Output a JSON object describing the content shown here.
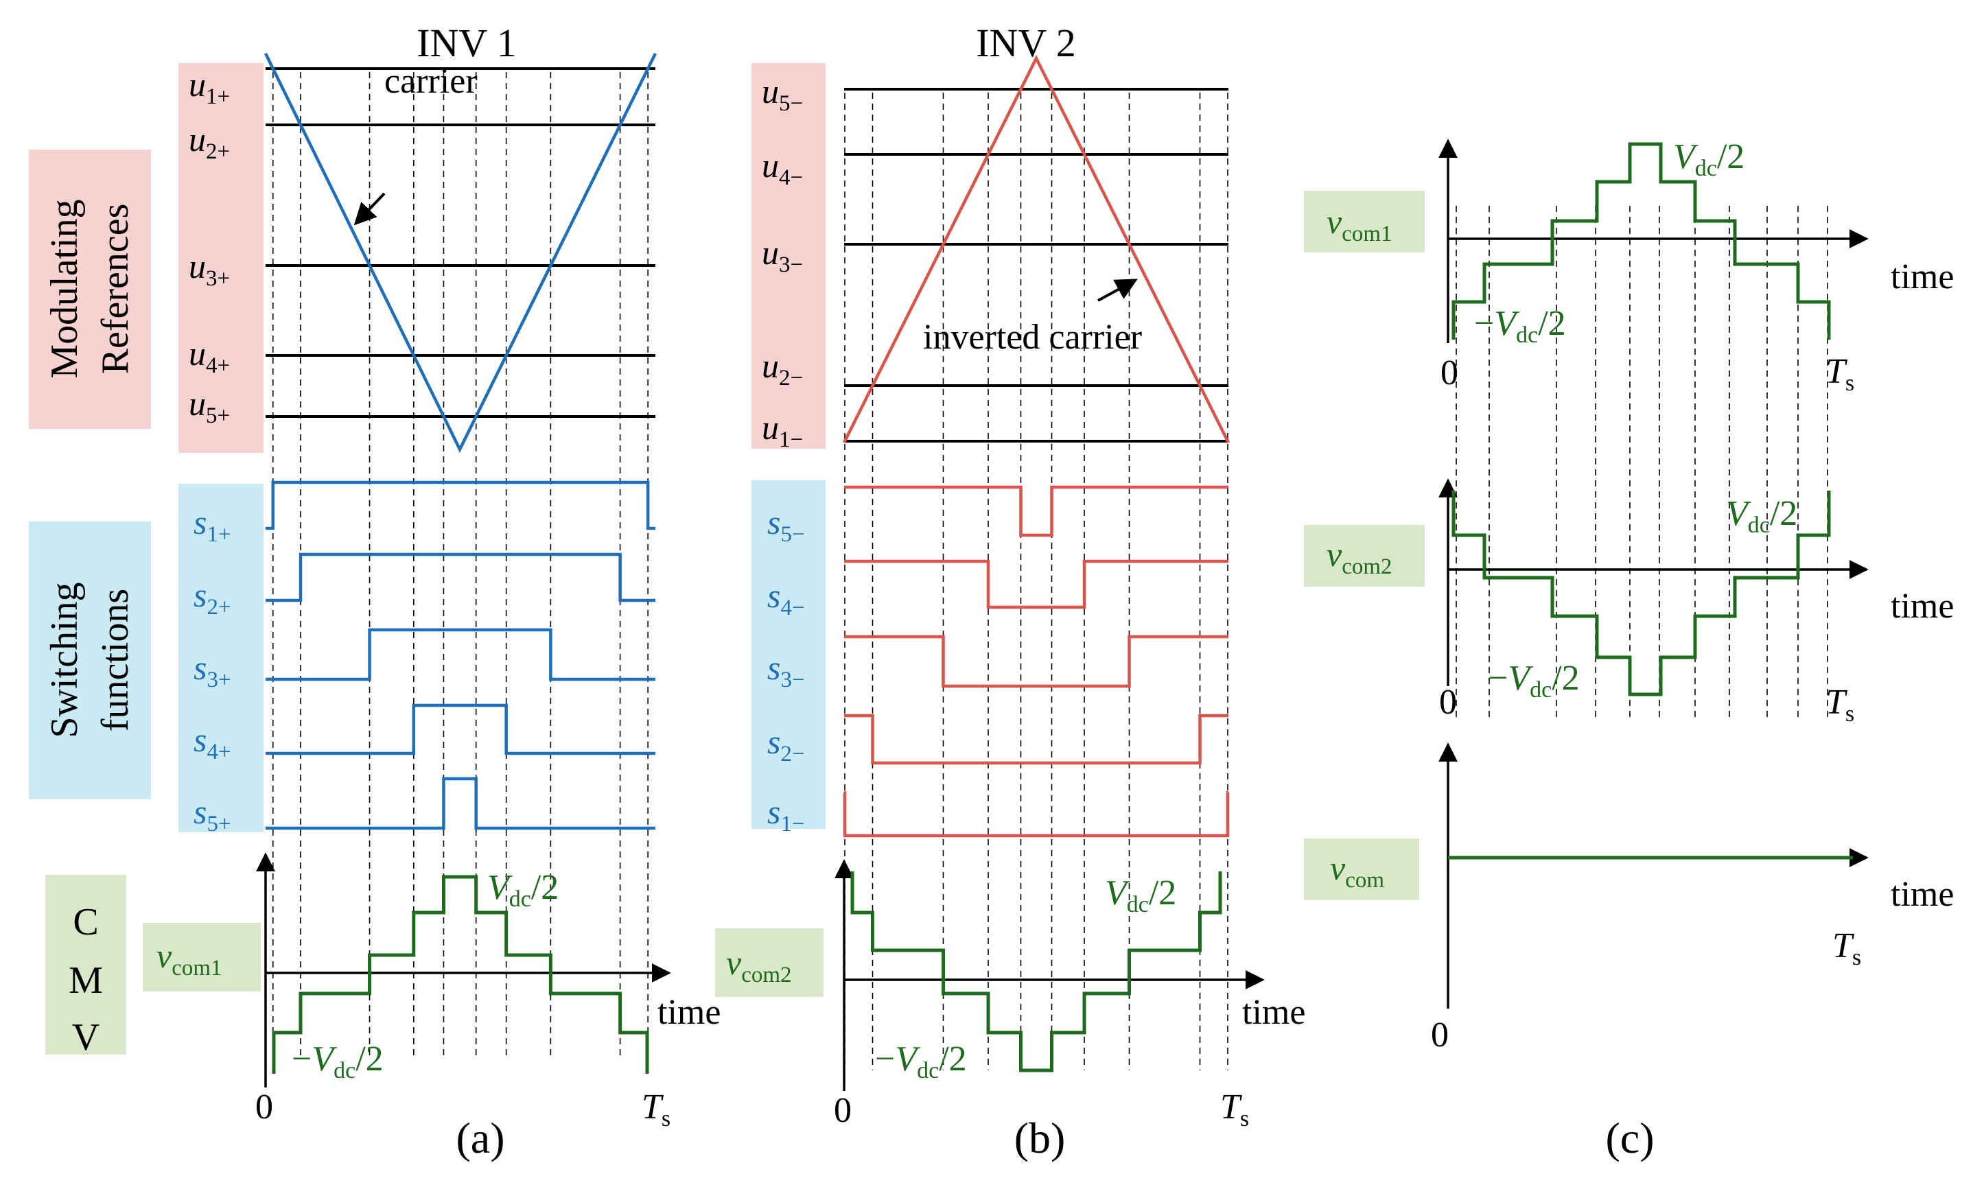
{
  "colors": {
    "blue": "#1f6fb8",
    "red": "#d9544a",
    "green": "#1e6b1e",
    "black": "#000000",
    "pinkBox": "#f6d3d1",
    "blueBox": "#c9eaf2",
    "greenBox": "#d9e8c8"
  },
  "panelA": {
    "title": "INV 1",
    "caption": "(a)",
    "sideLabels": {
      "refs_line1": "Modulating",
      "refs_line2": "References",
      "sw_line1": "Switching",
      "sw_line2": "functions",
      "cmv": [
        "C",
        "M",
        "V"
      ]
    },
    "carrierLabel": "carrier",
    "references": [
      {
        "base": "u",
        "sub": "1+"
      },
      {
        "base": "u",
        "sub": "2+"
      },
      {
        "base": "u",
        "sub": "3+"
      },
      {
        "base": "u",
        "sub": "4+"
      },
      {
        "base": "u",
        "sub": "5+"
      }
    ],
    "switching": [
      {
        "base": "s",
        "sub": "1+"
      },
      {
        "base": "s",
        "sub": "2+"
      },
      {
        "base": "s",
        "sub": "3+"
      },
      {
        "base": "s",
        "sub": "4+"
      },
      {
        "base": "s",
        "sub": "5+"
      }
    ],
    "vcom": {
      "base": "v",
      "sub": "com1"
    },
    "vdcPos": {
      "base": "V",
      "sub": "dc",
      "tail": "/2"
    },
    "vdcNeg": {
      "minus": "−",
      "base": "V",
      "sub": "dc",
      "tail": "/2"
    },
    "zero": "0",
    "ts": {
      "base": "T",
      "sub": "s"
    },
    "time": "time"
  },
  "panelB": {
    "title": "INV 2",
    "caption": "(b)",
    "carrierLabel": "inverted carrier",
    "references": [
      {
        "base": "u",
        "sub": "5−"
      },
      {
        "base": "u",
        "sub": "4−"
      },
      {
        "base": "u",
        "sub": "3−"
      },
      {
        "base": "u",
        "sub": "2−"
      },
      {
        "base": "u",
        "sub": "1−"
      }
    ],
    "switching": [
      {
        "base": "s",
        "sub": "5−"
      },
      {
        "base": "s",
        "sub": "4−"
      },
      {
        "base": "s",
        "sub": "3−"
      },
      {
        "base": "s",
        "sub": "2−"
      },
      {
        "base": "s",
        "sub": "1−"
      }
    ],
    "vcom": {
      "base": "v",
      "sub": "com2"
    },
    "vdcPos": {
      "base": "V",
      "sub": "dc",
      "tail": "/2"
    },
    "vdcNeg": {
      "minus": "−",
      "base": "V",
      "sub": "dc",
      "tail": "/2"
    },
    "zero": "0",
    "ts": {
      "base": "T",
      "sub": "s"
    },
    "time": "time"
  },
  "panelC": {
    "caption": "(c)",
    "plot1": {
      "label": {
        "base": "v",
        "sub": "com1"
      },
      "vdcPos": {
        "base": "V",
        "sub": "dc",
        "tail": "/2"
      },
      "vdcNeg": {
        "minus": "−",
        "base": "V",
        "sub": "dc",
        "tail": "/2"
      },
      "zero": "0",
      "ts": {
        "base": "T",
        "sub": "s"
      },
      "time": "time"
    },
    "plot2": {
      "label": {
        "base": "v",
        "sub": "com2"
      },
      "vdcPos": {
        "base": "V",
        "sub": "dc",
        "tail": "/2"
      },
      "vdcNeg": {
        "minus": "−",
        "base": "V",
        "sub": "dc",
        "tail": "/2"
      },
      "zero": "0",
      "ts": {
        "base": "T",
        "sub": "s"
      },
      "time": "time"
    },
    "plot3": {
      "label": {
        "base": "v",
        "sub": "com"
      },
      "zero": "0",
      "ts": {
        "base": "T",
        "sub": "s"
      },
      "time": "time"
    }
  }
}
